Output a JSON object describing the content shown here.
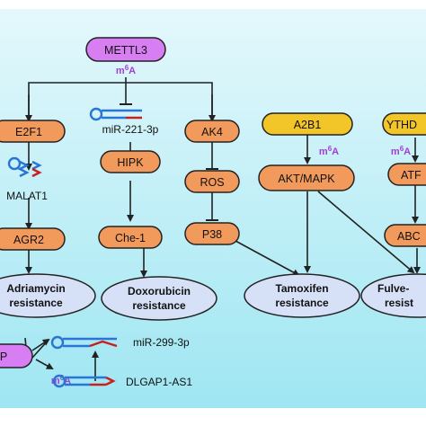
{
  "colors": {
    "background_top": "#e4f8fc",
    "background_bottom": "#9ee6f2",
    "orange_node": "#f29a5c",
    "purple_node": "#d77ef2",
    "yellow_node": "#f2c629",
    "resistance_ellipse": "#d6e0f7",
    "m6a_purple": "#a040d0",
    "rna_blue": "#2a74d6",
    "rna_red": "#c81f1f",
    "arrow": "#222222"
  },
  "nodes": {
    "mettl3": "METTL3",
    "e2f1": "E2F1",
    "ak4": "AK4",
    "a2b1": "A2B1",
    "ythd": "YTHD",
    "akt_mapk": "AKT/MAPK",
    "hipk": "HIPK",
    "ros": "ROS",
    "atf": "ATF",
    "agr2": "AGR2",
    "che1": "Che-1",
    "p38": "P38",
    "abc": "ABC",
    "left_partial": "P"
  },
  "rna_labels": {
    "mir221": "miR-221-3p",
    "malat1": "MALAT1",
    "mir299": "miR-299-3p",
    "dlgap1": "DLGAP1-AS1"
  },
  "modification": {
    "mettl3_m6a": "m6A",
    "a2b1_m6a": "m6A",
    "ythd_m6a": "m6A",
    "bottom_m6a": "m6A"
  },
  "resistance": {
    "adriamycin_l1": "Adriamycin",
    "adriamycin_l2": "resistance",
    "doxorubicin_l1": "Doxorubicin",
    "doxorubicin_l2": "resistance",
    "tamoxifen_l1": "Tamoxifen",
    "tamoxifen_l2": "resistance",
    "fulve_l1": "Fulve-",
    "fulve_l2": "resist"
  }
}
